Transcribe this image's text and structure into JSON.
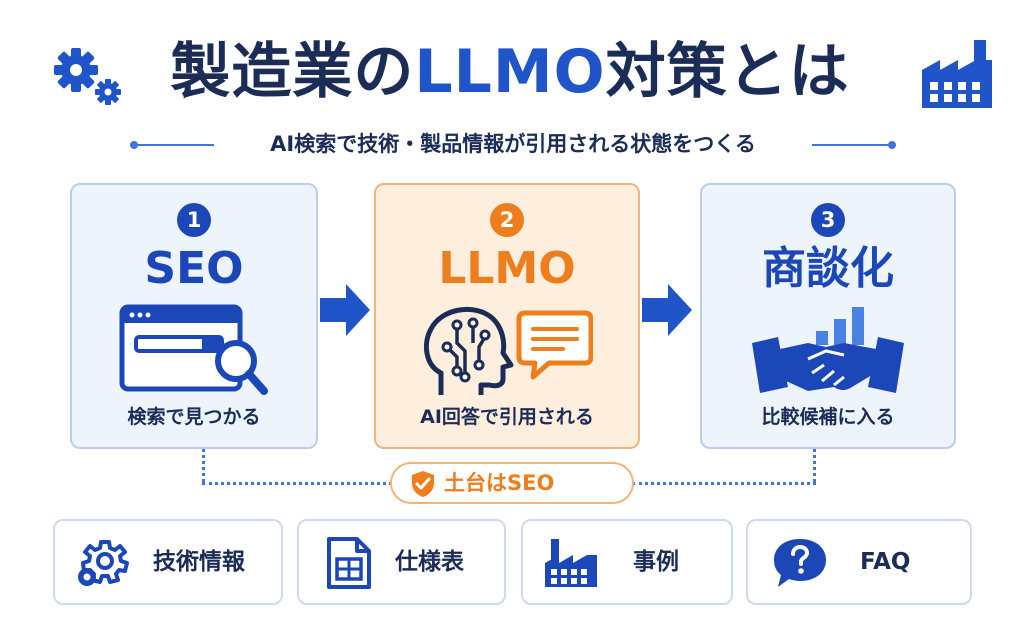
{
  "header": {
    "title_part1": "製造業の",
    "title_part2": "LLMO",
    "title_part3": "対策とは",
    "subtitle": "AI検索で技術・製品情報が引用される状態をつくる"
  },
  "steps": [
    {
      "number": "1",
      "title": "SEO",
      "caption": "検索で見つかる",
      "icon": "browser-search-icon"
    },
    {
      "number": "2",
      "title": "LLMO",
      "caption": "AI回答で引用される",
      "icon": "ai-head-chat-icon"
    },
    {
      "number": "3",
      "title": "商談化",
      "caption": "比較候補に入る",
      "icon": "handshake-growth-icon"
    }
  ],
  "foundation": {
    "label": "土台はSEO",
    "icon": "shield-check-icon"
  },
  "content_items": [
    {
      "label": "技術情報",
      "icon": "gear-icon"
    },
    {
      "label": "仕様表",
      "icon": "spreadsheet-icon"
    },
    {
      "label": "事例",
      "icon": "factory-icon"
    },
    {
      "label": "FAQ",
      "icon": "question-bubble-icon"
    }
  ],
  "colors": {
    "navy": "#1b2d57",
    "blue": "#1c47b8",
    "accent_blue": "#1f55c8",
    "orange": "#ee7d1c",
    "card_blue_bg": "#eef4fc",
    "card_orange_bg": "#fdeede"
  }
}
